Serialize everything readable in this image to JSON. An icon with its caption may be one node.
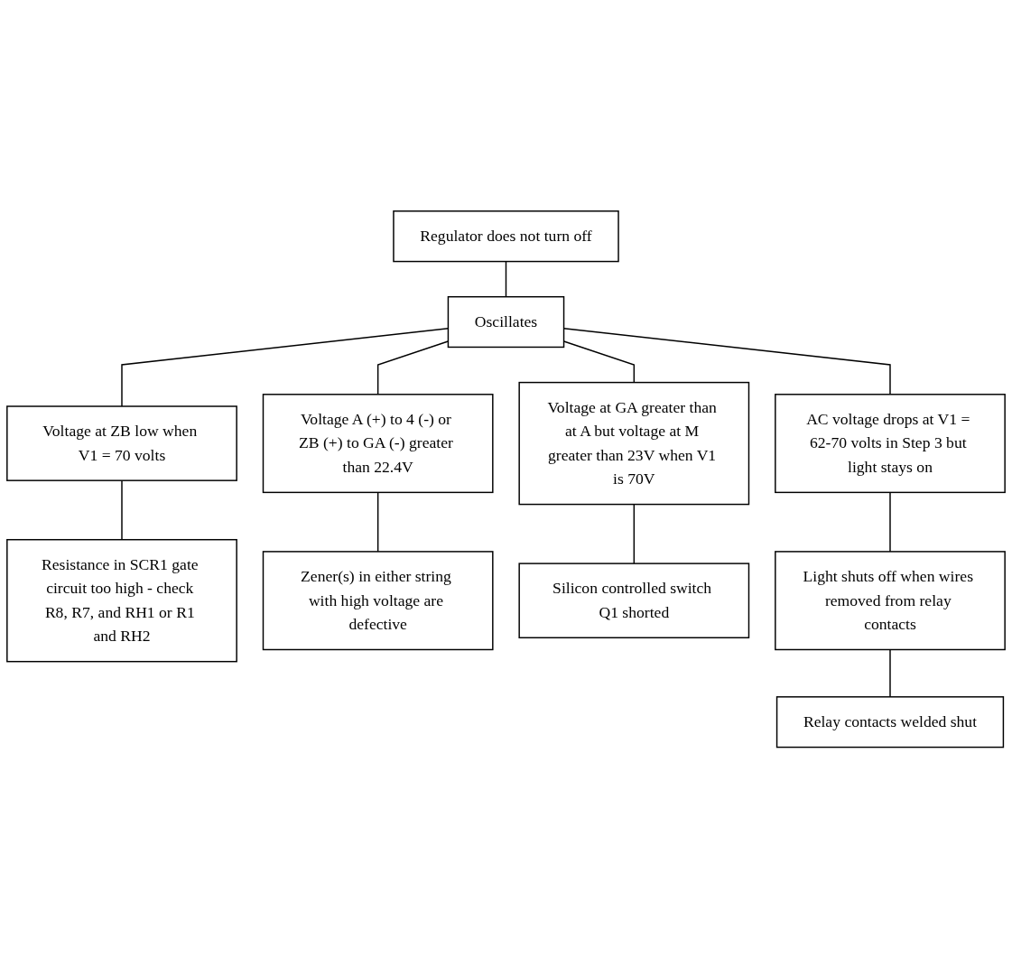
{
  "diagram": {
    "nodes": [
      {
        "text": [
          "Regulator does not turn off"
        ]
      },
      {
        "text": [
          "Oscillates"
        ]
      },
      {
        "text": [
          "Voltage at ZB low when V1 = 70 volts"
        ]
      },
      {
        "text": [
          "Voltage A (+) to 4 (-) or ZB (+) to GA (-) greater than 22.4V"
        ]
      },
      {
        "text": [
          "Voltage at GA greater than at A but voltage at M greater than 23V when V1 is 70V"
        ]
      },
      {
        "text": [
          "AC voltage drops at V1 = 62-70 volts in Step 3 but light stays on"
        ]
      },
      {
        "text": [
          "Resistance in SCR1 gate circuit too high - check R8, R7, and RH1 or R1 and RH2"
        ]
      },
      {
        "text": [
          "Zener(s) in either string with high voltage are defective"
        ]
      },
      {
        "text": [
          "Silicon controlled switch Q1 shorted"
        ]
      },
      {
        "text": [
          "Light shuts off when wires removed from relay contacts"
        ]
      },
      {
        "text": [
          "Relay contacts welded shut"
        ]
      }
    ],
    "edges": [
      {
        "from": 0,
        "to": 1,
        "arrow": "none"
      },
      {
        "from": 1,
        "to": 2,
        "arrow": "none"
      },
      {
        "from": 1,
        "to": 3,
        "arrow": "none"
      },
      {
        "from": 1,
        "to": 4,
        "arrow": "none"
      },
      {
        "from": 1,
        "to": 5,
        "arrow": "none"
      },
      {
        "from": 2,
        "to": 6,
        "arrow": "none"
      },
      {
        "from": 3,
        "to": 7,
        "arrow": "none"
      },
      {
        "from": 4,
        "to": 8,
        "arrow": "none"
      },
      {
        "from": 5,
        "to": 9,
        "arrow": "none"
      },
      {
        "from": 9,
        "to": 10,
        "arrow": "none"
      }
    ]
  }
}
